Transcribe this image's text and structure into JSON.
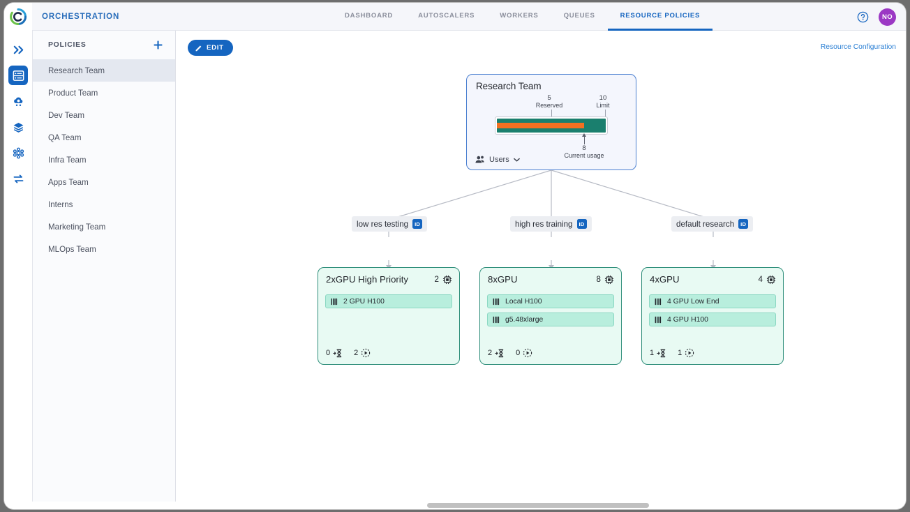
{
  "header": {
    "app_title": "ORCHESTRATION",
    "logo_icon": "covalent-logo-icon",
    "help_icon": "help-circle-icon",
    "avatar_initials": "NO",
    "tabs": [
      {
        "label": "DASHBOARD",
        "active": false
      },
      {
        "label": "AUTOSCALERS",
        "active": false
      },
      {
        "label": "WORKERS",
        "active": false
      },
      {
        "label": "QUEUES",
        "active": false
      },
      {
        "label": "RESOURCE POLICIES",
        "active": true
      }
    ]
  },
  "rail": {
    "items": [
      {
        "icon": "double-chevron-right-icon",
        "active": false
      },
      {
        "icon": "server-rack-icon",
        "active": true
      },
      {
        "icon": "cloud-gear-icon",
        "active": false
      },
      {
        "icon": "layers-icon",
        "active": false
      },
      {
        "icon": "neural-network-icon",
        "active": false
      },
      {
        "icon": "transfer-arrows-icon",
        "active": false
      }
    ]
  },
  "sidebar": {
    "title": "POLICIES",
    "add_icon": "plus-icon",
    "items": [
      {
        "label": "Research Team",
        "active": true
      },
      {
        "label": "Product Team",
        "active": false
      },
      {
        "label": "Dev Team",
        "active": false
      },
      {
        "label": "QA Team",
        "active": false
      },
      {
        "label": "Infra Team",
        "active": false
      },
      {
        "label": "Apps Team",
        "active": false
      },
      {
        "label": "Interns",
        "active": false
      },
      {
        "label": "Marketing Team",
        "active": false
      },
      {
        "label": "MLOps Team",
        "active": false
      }
    ]
  },
  "toolbar": {
    "edit_label": "EDIT",
    "edit_icon": "pencil-icon",
    "resource_configuration_label": "Resource Configuration"
  },
  "policy": {
    "title": "Research Team",
    "gauge": {
      "reserved_value": "5",
      "reserved_label": "Reserved",
      "limit_value": "10",
      "limit_label": "Limit",
      "current_usage_value": "8",
      "current_usage_label": "Current usage",
      "bar_color": "#1a7f6e",
      "usage_color": "#f37021"
    },
    "users_label": "Users",
    "users_icon": "group-users-icon",
    "users_caret_icon": "chevron-down-icon"
  },
  "queues": [
    {
      "label": "low res testing",
      "badge": "ID"
    },
    {
      "label": "high res training",
      "badge": "ID"
    },
    {
      "label": "default research",
      "badge": "ID"
    }
  ],
  "resource_cards": [
    {
      "title": "2xGPU High Priority",
      "count": "2",
      "count_icon": "cpu-chip-icon",
      "rows": [
        {
          "label": "2 GPU H100",
          "icon": "gpu-bars-icon"
        }
      ],
      "pending": "0",
      "pending_icon": "hourglass-queue-icon",
      "running": "2",
      "running_icon": "running-play-icon"
    },
    {
      "title": "8xGPU",
      "count": "8",
      "count_icon": "cpu-chip-icon",
      "rows": [
        {
          "label": "Local H100",
          "icon": "gpu-bars-icon"
        },
        {
          "label": "g5.48xlarge",
          "icon": "gpu-bars-icon"
        }
      ],
      "pending": "2",
      "pending_icon": "hourglass-queue-icon",
      "running": "0",
      "running_icon": "running-play-icon"
    },
    {
      "title": "4xGPU",
      "count": "4",
      "count_icon": "cpu-chip-icon",
      "rows": [
        {
          "label": "4 GPU Low End",
          "icon": "gpu-bars-icon"
        },
        {
          "label": "4 GPU H100",
          "icon": "gpu-bars-icon"
        }
      ],
      "pending": "1",
      "pending_icon": "hourglass-queue-icon",
      "running": "1",
      "running_icon": "running-play-icon"
    }
  ]
}
